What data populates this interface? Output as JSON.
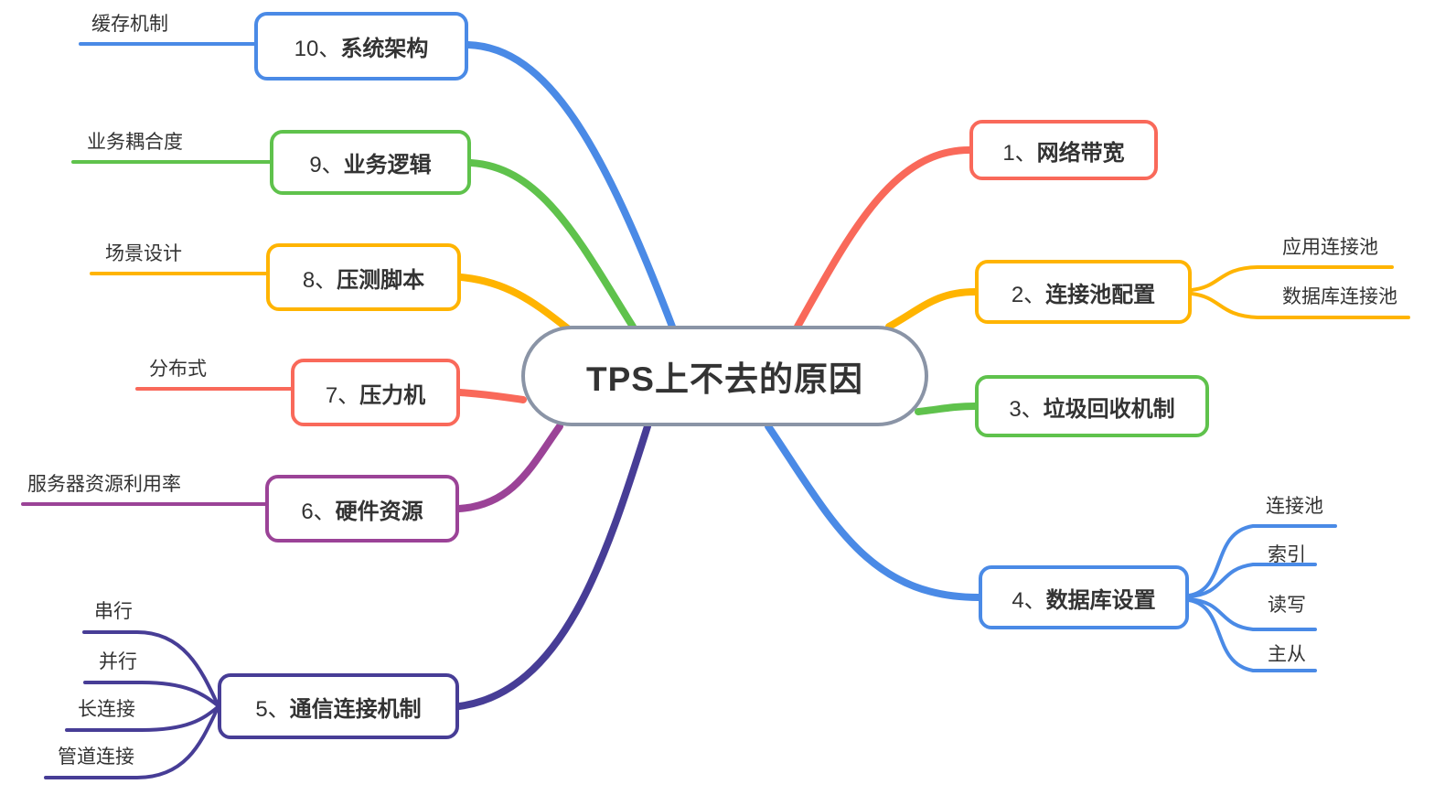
{
  "central": {
    "label": "TPS上不去的原因",
    "border_color": "#8A94A6",
    "text_color": "#333333"
  },
  "branches": [
    {
      "number": "1、",
      "label": "网络带宽",
      "color": "#F9695A",
      "children": []
    },
    {
      "number": "2、",
      "label": "连接池配置",
      "color": "#FFB400",
      "children": [
        {
          "label": "应用连接池"
        },
        {
          "label": "数据库连接池"
        }
      ]
    },
    {
      "number": "3、",
      "label": "垃圾回收机制",
      "color": "#5FC24C",
      "children": []
    },
    {
      "number": "4、",
      "label": "数据库设置",
      "color": "#4A8AE6",
      "children": [
        {
          "label": "连接池"
        },
        {
          "label": "索引"
        },
        {
          "label": "读写"
        },
        {
          "label": "主从"
        }
      ]
    },
    {
      "number": "5、",
      "label": "通信连接机制",
      "color": "#473D96",
      "children": [
        {
          "label": "串行"
        },
        {
          "label": "并行"
        },
        {
          "label": "长连接"
        },
        {
          "label": "管道连接"
        }
      ]
    },
    {
      "number": "6、",
      "label": "硬件资源",
      "color": "#9B4397",
      "children": [
        {
          "label": "服务器资源利用率"
        }
      ]
    },
    {
      "number": "7、",
      "label": "压力机",
      "color": "#F9695A",
      "children": [
        {
          "label": "分布式"
        }
      ]
    },
    {
      "number": "8、",
      "label": "压测脚本",
      "color": "#FFB400",
      "children": [
        {
          "label": "场景设计"
        }
      ]
    },
    {
      "number": "9、",
      "label": "业务逻辑",
      "color": "#5FC24C",
      "children": [
        {
          "label": "业务耦合度"
        }
      ]
    },
    {
      "number": "10、",
      "label": "系统架构",
      "color": "#4A8AE6",
      "children": [
        {
          "label": "缓存机制"
        }
      ]
    }
  ]
}
